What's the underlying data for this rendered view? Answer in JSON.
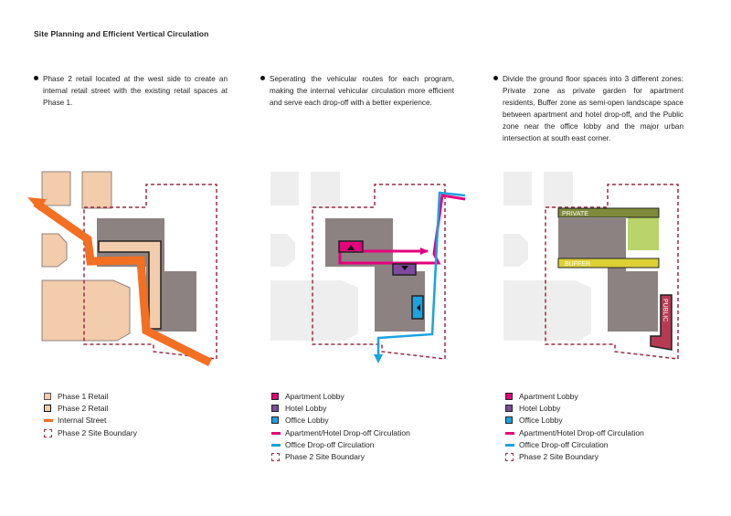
{
  "title": "Site Planning and Efficient Vertical Circulation",
  "bullets": [
    "Phase 2 retail located at the west side to create an internal retail street with the existing retail spaces at Phase 1.",
    "Seperating the vehicular routes for each program, making the internal vehicular circulation more efficient and serve each drop-off with a better experience.",
    "Divide the ground floor spaces into 3 different zones: Private zone as private garden for apartment residents, Buffer zone as semi-open landscape space between apartment and hotel drop-off, and the Public zone near the office lobby and the major urban intersection at south east corner."
  ],
  "zones": {
    "private": "PRIVATE",
    "buffer": "BUFFER",
    "public": "PUBLIC"
  },
  "legend1": {
    "phase1_retail": "Phase 1 Retail",
    "phase2_retail": "Phase 2 Retail",
    "internal_street": "Internal Street",
    "site_boundary": "Phase 2 Site Boundary"
  },
  "legend2": {
    "apartment_lobby": "Apartment Lobby",
    "hotel_lobby": "Hotel Lobby",
    "office_lobby": "Office Lobby",
    "apt_hotel_circ": "Apartment/Hotel Drop-off Circulation",
    "office_circ": "Office Drop-off Circulation",
    "site_boundary": "Phase 2 Site Boundary"
  },
  "legend3": {
    "apartment_lobby": "Apartment Lobby",
    "hotel_lobby": "Hotel Lobby",
    "office_lobby": "Office Lobby",
    "apt_hotel_circ": "Apartment/Hotel Drop-off Circulation",
    "office_circ": "Office Drop-off Circulation",
    "site_boundary": "Phase 2 Site Boundary"
  },
  "colors": {
    "phase1_retail": "#f2ccab",
    "building": "#8c8281",
    "internal_street": "#f36f22",
    "boundary": "#9e2a44",
    "apartment": "#e5007e",
    "hotel": "#7d4a9c",
    "office": "#1aa3e0",
    "private": "#7f8a3c",
    "garden": "#b8d46a",
    "buffer": "#ddd035",
    "public": "#b73a55",
    "context": "#eeeeee"
  }
}
